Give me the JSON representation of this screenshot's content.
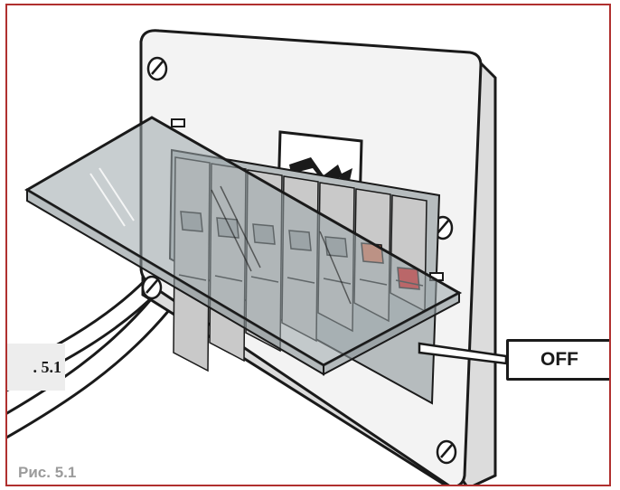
{
  "figure": {
    "caption": "Рис. 5.1",
    "side_label": ". 5.1",
    "off_label": "OFF"
  },
  "colors": {
    "frame_border": "#b0302f",
    "panel_face": "#f3f3f3",
    "panel_edge": "#1a1a1a",
    "breaker_gray": "#c9c9c9",
    "breaker_off_red": "#e01b1b",
    "cover_glass": "#9aa6aa",
    "caption_text": "#9b9b9b"
  },
  "icons": [
    "lightning-icon",
    "screw-icon"
  ],
  "breakers": [
    {
      "state": "on"
    },
    {
      "state": "on"
    },
    {
      "state": "on"
    },
    {
      "state": "on"
    },
    {
      "state": "on"
    },
    {
      "state": "switching"
    },
    {
      "state": "off"
    }
  ]
}
